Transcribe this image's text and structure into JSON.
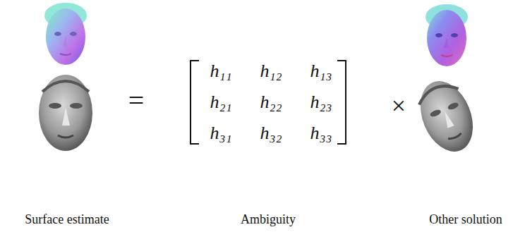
{
  "diagram": {
    "labels": [
      "=",
      "h₁₁",
      "h₁₂",
      "h₁₃",
      "h₂₁",
      "h₂₂",
      "h₂₃",
      "h₃₁",
      "h₃₂",
      "h₃₃",
      "×",
      "Surface estimate",
      "Ambiguity",
      "Other solution"
    ]
  }
}
